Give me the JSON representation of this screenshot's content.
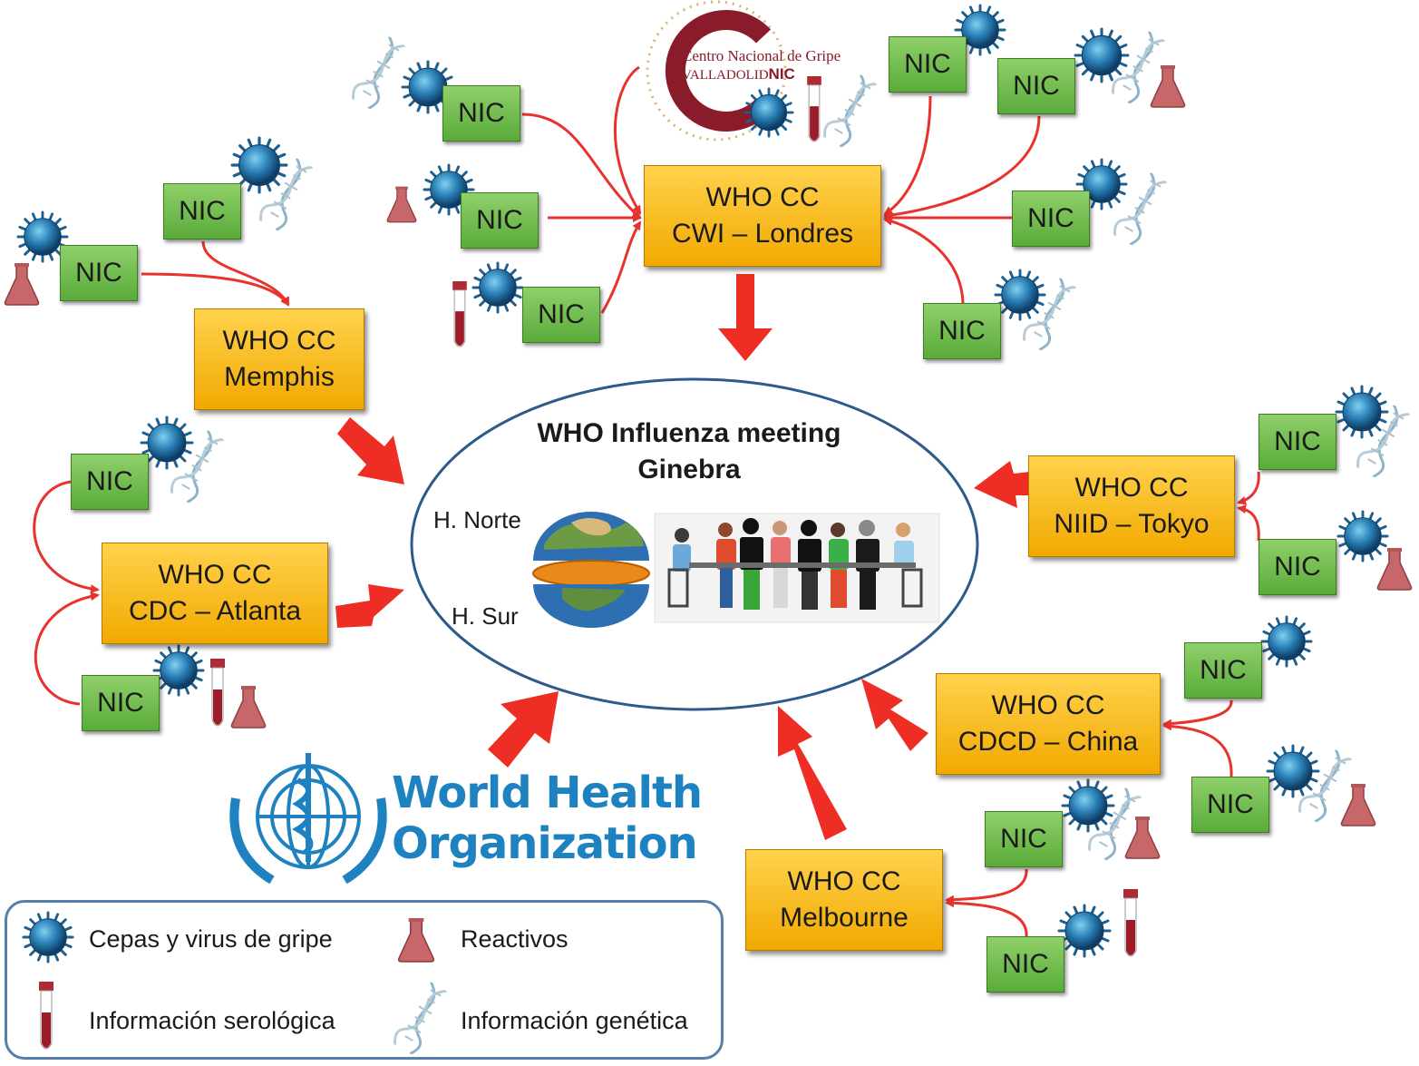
{
  "meeting": {
    "title_line1": "WHO Influenza meeting",
    "title_line2": "Ginebra",
    "hemisphere_north": "H. Norte",
    "hemisphere_south": "H. Sur"
  },
  "collaborating_centres": [
    {
      "line1": "WHO CC",
      "line2": "CWI – Londres"
    },
    {
      "line1": "WHO CC",
      "line2": "Memphis"
    },
    {
      "line1": "WHO CC",
      "line2": "CDC – Atlanta"
    },
    {
      "line1": "WHO CC",
      "line2": "NIID – Tokyo"
    },
    {
      "line1": "WHO CC",
      "line2": "CDCD – China"
    },
    {
      "line1": "WHO CC",
      "line2": "Melbourne"
    }
  ],
  "nic_label": "NIC",
  "nic_logo": {
    "line1": "Centro Nacional de Gripe",
    "line2": "VALLADOLID",
    "line3": "NIC"
  },
  "who_logo": {
    "line1": "World Health",
    "line2": "Organization"
  },
  "legend": {
    "virus": "Cepas y virus de gripe",
    "reagents": "Reactivos",
    "serology": "Información serológica",
    "genetic": "Información genética"
  },
  "colors": {
    "nic_green": "#6bbf47",
    "cc_orange": "#f7b500",
    "arrow_red": "#ee2e24",
    "link_red": "#e8322c",
    "ellipse_blue": "#2d5a8a",
    "who_blue": "#1f82c0",
    "virus_blue": "#2a7fb5",
    "flask_red": "#c8676a"
  }
}
